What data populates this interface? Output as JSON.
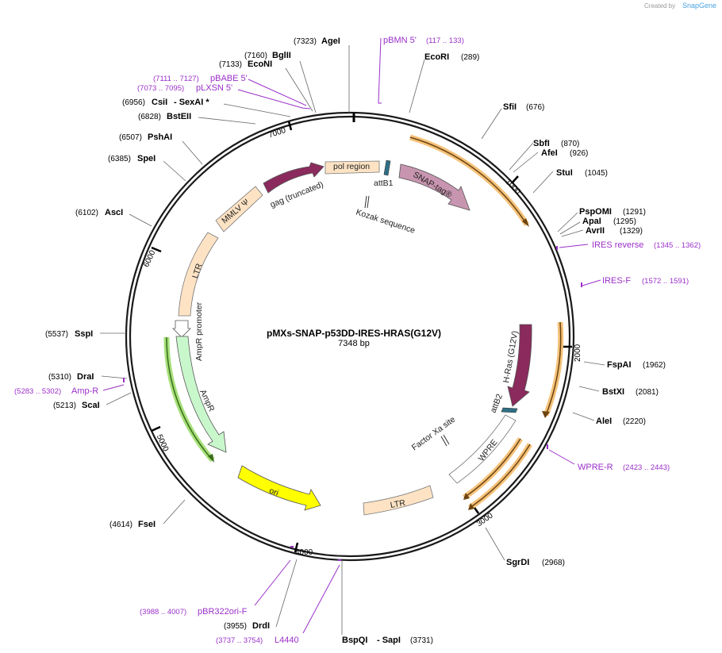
{
  "plasmid": {
    "name": "pMXs-SNAP-p53DD-IRES-HRAS(G12V)",
    "length_label": "7348 bp"
  },
  "credit": {
    "prefix": "Created by",
    "brand": "SnapGene"
  },
  "ticks": [
    "1000",
    "2000",
    "3000",
    "4000",
    "5000",
    "6000",
    "7000"
  ],
  "sites": [
    {
      "name": "AgeI",
      "pos": "(7323)"
    },
    {
      "name": "BglII",
      "pos": "(7160)"
    },
    {
      "name": "EcoNI",
      "pos": "(7133)"
    },
    {
      "name": "CsiI",
      "extra": "- SexAI *",
      "pos": "(6956)"
    },
    {
      "name": "BstEII",
      "pos": "(6828)"
    },
    {
      "name": "PshAI",
      "pos": "(6507)"
    },
    {
      "name": "SpeI",
      "pos": "(6385)"
    },
    {
      "name": "AscI",
      "pos": "(6102)"
    },
    {
      "name": "SspI",
      "pos": "(5537)"
    },
    {
      "name": "DraI",
      "pos": "(5310)"
    },
    {
      "name": "ScaI",
      "pos": "(5213)"
    },
    {
      "name": "FseI",
      "pos": "(4614)"
    },
    {
      "name": "DrdI",
      "pos": "(3955)"
    },
    {
      "name": "BspQI",
      "extra": "- SapI",
      "pos": "(3731)"
    },
    {
      "name": "SgrDI",
      "pos": "(2968)"
    },
    {
      "name": "AleI",
      "pos": "(2220)"
    },
    {
      "name": "BstXI",
      "pos": "(2081)"
    },
    {
      "name": "FspAI",
      "pos": "(1962)"
    },
    {
      "name": "AvrII",
      "pos": "(1329)"
    },
    {
      "name": "ApaI",
      "pos": "(1295)"
    },
    {
      "name": "PspOMI",
      "pos": "(1291)"
    },
    {
      "name": "StuI",
      "pos": "(1045)"
    },
    {
      "name": "AfeI",
      "pos": "(926)"
    },
    {
      "name": "SbfI",
      "pos": "(870)"
    },
    {
      "name": "SfiI",
      "pos": "(676)"
    },
    {
      "name": "EcoRI",
      "pos": "(289)"
    }
  ],
  "primers": [
    {
      "name": "pBMN 5'",
      "range": "(117 .. 133)"
    },
    {
      "name": "pBABE 5'",
      "range": "(7111 .. 7127)"
    },
    {
      "name": "pLXSN 5'",
      "range": "(7073 .. 7095)"
    },
    {
      "name": "IRES reverse",
      "range": "(1345 .. 1362)"
    },
    {
      "name": "IRES-F",
      "range": "(1572 .. 1591)"
    },
    {
      "name": "WPRE-R",
      "range": "(2423 .. 2443)"
    },
    {
      "name": "Amp-R",
      "range": "(5283 .. 5302)"
    },
    {
      "name": "pBR322ori-F",
      "range": "(3988 .. 4007)"
    },
    {
      "name": "L4440",
      "range": "(3737 .. 3754)"
    }
  ],
  "features": {
    "pol_region": "pol region",
    "gag": "gag (truncated)",
    "mmlv": "MMLV Ψ",
    "ltr_left": "LTR",
    "ampr_promoter": "AmpR promoter",
    "ampr": "AmpR",
    "ori": "ori",
    "ltr_bottom": "LTR",
    "wpre": "WPRE",
    "factor_xa": "Factor Xa site",
    "attb2": "attB2",
    "hras": "H-Ras (G12V)",
    "snap": "SNAP-tag®",
    "attb1": "attB1",
    "kozak": "Kozak sequence"
  },
  "colors": {
    "backbone": "#1a1a1a",
    "primer": "#9b30c9",
    "ltr_fill": "#fde3c4",
    "gag_fill": "#8b2a5c",
    "snap_fill": "#c895b0",
    "hras_fill": "#8b2a5c",
    "ampr_fill": "#c9f7cc",
    "ori_fill": "#ffff00",
    "att_fill": "#2e6f86",
    "orange_feature": "#f5c27a",
    "green_feature": "#a6e07a"
  }
}
